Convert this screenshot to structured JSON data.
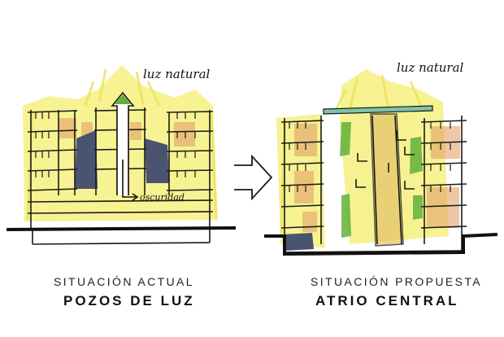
{
  "left_panel": {
    "annotation_top": "luz natural",
    "annotation_dark": "oscuridad",
    "caption_sub": "SITUACIÓN ACTUAL",
    "caption_main": "POZOS DE LUZ"
  },
  "right_panel": {
    "annotation_top": "luz natural",
    "caption_sub": "SITUACIÓN PROPUESTA",
    "caption_main": "ATRIO CENTRAL"
  },
  "colors": {
    "light_yellow": "#f4ee6e",
    "warm_orange": "#e3a26a",
    "shadow_blue": "#4a5470",
    "green": "#63b13a",
    "skylight": "#7fc2a8",
    "ink": "#1a1a1a"
  }
}
